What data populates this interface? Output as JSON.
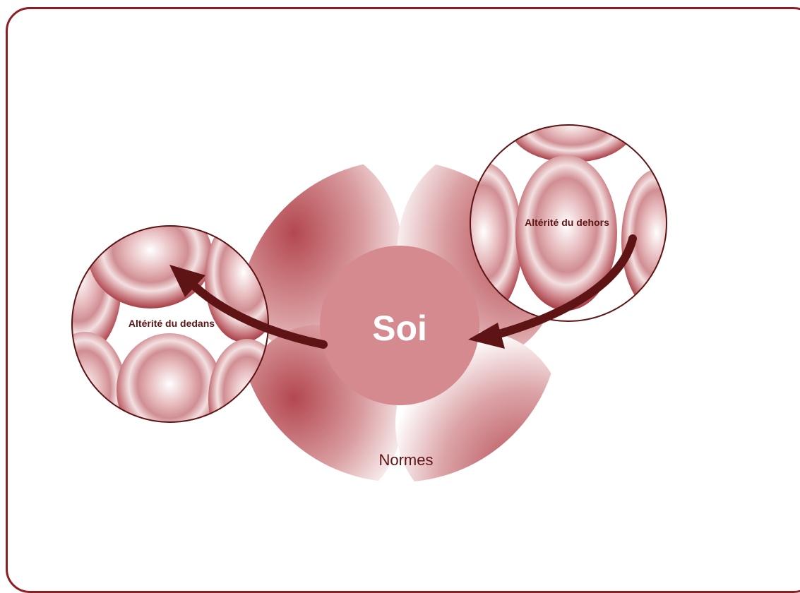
{
  "diagram": {
    "center_label": "Soi",
    "outer_ring_label": "Normes",
    "inner_otherness_label": "Altérité du dedans",
    "outer_otherness_label": "Altérité du dehors"
  },
  "colors": {
    "frame": "#8b1f24",
    "soi_fill": "#d48a8e",
    "bubble_dark": "#b3484f",
    "bubble_light": "#ffffff",
    "arrow": "#5e1414",
    "label_text": "#5e1414"
  }
}
